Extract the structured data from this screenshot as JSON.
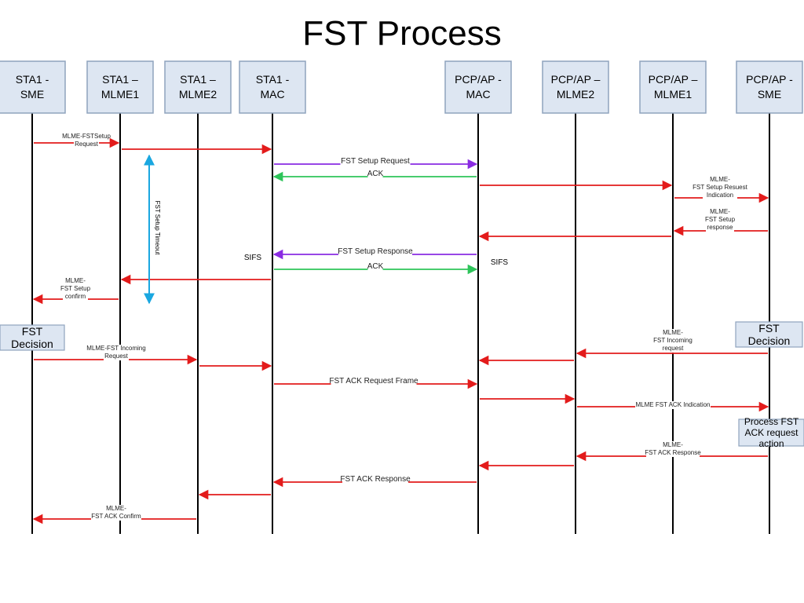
{
  "title": "FST Process",
  "colors": {
    "red": "#e31b1b",
    "purple": "#8a2be2",
    "green": "#2ec45a",
    "cyan": "#1aa7e0",
    "box_fill": "#dde6f2",
    "box_stroke": "#8fa3bd"
  },
  "participants": [
    {
      "line1": "STA1 -",
      "line2": "SME"
    },
    {
      "line1": "STA1 –",
      "line2": "MLME1"
    },
    {
      "line1": "STA1 –",
      "line2": "MLME2"
    },
    {
      "line1": "STA1 -",
      "line2": "MAC"
    },
    {
      "line1": "PCP/AP -",
      "line2": "MAC"
    },
    {
      "line1": "PCP/AP –",
      "line2": "MLME2"
    },
    {
      "line1": "PCP/AP –",
      "line2": "MLME1"
    },
    {
      "line1": "PCP/AP -",
      "line2": "SME"
    }
  ],
  "messages": [
    {
      "from": 0,
      "to": 1,
      "color": "red",
      "lines": [
        "MLME-FSTSetup",
        "Request"
      ]
    },
    {
      "from": 1,
      "to": 3,
      "color": "red",
      "lines": []
    },
    {
      "from": 3,
      "to": 4,
      "color": "purple",
      "lines": [
        "FST Setup Request"
      ]
    },
    {
      "from": 4,
      "to": 3,
      "color": "green",
      "lines": [
        "ACK"
      ]
    },
    {
      "from": 4,
      "to": 6,
      "color": "red",
      "lines": []
    },
    {
      "from": 6,
      "to": 7,
      "color": "red",
      "lines": [
        "MLME-",
        "FST Setup Resuest",
        "Indication"
      ]
    },
    {
      "from": 7,
      "to": 6,
      "color": "red",
      "lines": [
        "MLME-",
        "FST Setup",
        "response"
      ]
    },
    {
      "from": 6,
      "to": 4,
      "color": "red",
      "lines": []
    },
    {
      "from": 4,
      "to": 3,
      "color": "purple",
      "lines": [
        "FST Setup Response"
      ]
    },
    {
      "from": 3,
      "to": 4,
      "color": "green",
      "lines": [
        "ACK"
      ]
    },
    {
      "from": 3,
      "to": 1,
      "color": "red",
      "lines": []
    },
    {
      "from": 1,
      "to": 0,
      "color": "red",
      "lines": [
        "MLME-",
        "FST Setup",
        "confirm"
      ]
    },
    {
      "from": 0,
      "to": 2,
      "color": "red",
      "lines": [
        "MLME-FST Incoming",
        "Request"
      ]
    },
    {
      "from": 2,
      "to": 3,
      "color": "red",
      "lines": []
    },
    {
      "from": 7,
      "to": 5,
      "color": "red",
      "lines": [
        "MLME-",
        "FST Incoming",
        "request"
      ]
    },
    {
      "from": 5,
      "to": 4,
      "color": "red",
      "lines": []
    },
    {
      "from": 3,
      "to": 4,
      "color": "red",
      "lines": [
        "FST ACK Request Frame"
      ]
    },
    {
      "from": 4,
      "to": 5,
      "color": "red",
      "lines": []
    },
    {
      "from": 5,
      "to": 7,
      "color": "red",
      "lines": [
        "MLME FST ACK Indication"
      ]
    },
    {
      "from": 7,
      "to": 5,
      "color": "red",
      "lines": [
        "MLME-",
        "FST ACK Response"
      ]
    },
    {
      "from": 5,
      "to": 4,
      "color": "red",
      "lines": []
    },
    {
      "from": 4,
      "to": 3,
      "color": "red",
      "lines": [
        "FST ACK Response"
      ]
    },
    {
      "from": 3,
      "to": 2,
      "color": "red",
      "lines": []
    },
    {
      "from": 2,
      "to": 0,
      "color": "red",
      "lines": [
        "MLME-",
        "FST ACK Confirm"
      ]
    }
  ],
  "sifs_labels": [
    "SIFS",
    "SIFS"
  ],
  "timeout_label": "FST Setup Timeout",
  "decision_left": [
    "FST",
    "Decision"
  ],
  "decision_right": [
    "FST",
    "Decision"
  ],
  "process_box": [
    "Process FST",
    "ACK request",
    "action"
  ]
}
